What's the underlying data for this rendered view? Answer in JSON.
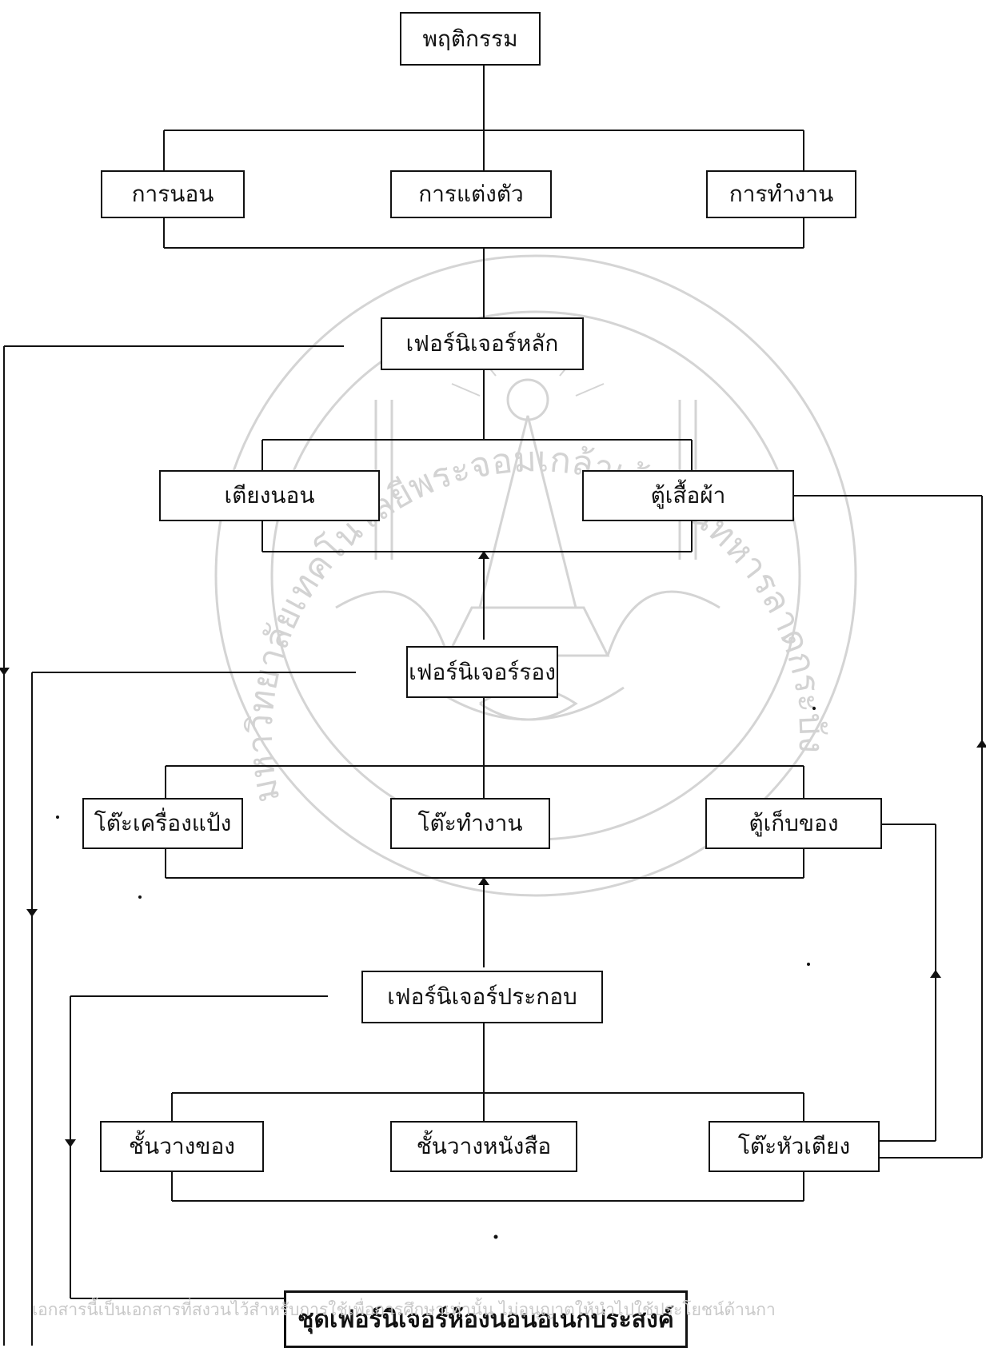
{
  "nodes": {
    "behavior": "พฤติกรรม",
    "sleeping": "การนอน",
    "dressing": "การแต่งตัว",
    "working": "การทำงาน",
    "main_furniture": "เฟอร์นิเจอร์หลัก",
    "bed": "เตียงนอน",
    "wardrobe": "ตู้เสื้อผ้า",
    "secondary_furniture": "เฟอร์นิเจอร์รอง",
    "dressing_table": "โต๊ะเครื่องแป้ง",
    "work_desk": "โต๊ะทำงาน",
    "storage_cabinet": "ตู้เก็บของ",
    "accessory_furniture": "เฟอร์นิเจอร์ประกอบ",
    "shelf": "ชั้นวางของ",
    "bookshelf": "ชั้นวางหนังสือ",
    "nightstand": "โต๊ะหัวเตียง",
    "result": "ชุดเฟอร์นิเจอร์ห้องนอนอเนกประสงค์"
  },
  "watermark": {
    "line1": "เอกสารนี้เป็นเอกสารที่สงวนไว้สำหรับการใช้เพื่อการศึกษาเท่านั้น ไม่อนุญาตให้นำไปใช้ประโยชน์ด้านกา",
    "line2": "",
    "seal_text": "มหาวิทยาลัยเทคโนโลยีพระจอมเกล้าเจ้าคุณทหารลาดกระบัง"
  },
  "colors": {
    "line": "#111111",
    "watermark": "#cfcfcf"
  }
}
